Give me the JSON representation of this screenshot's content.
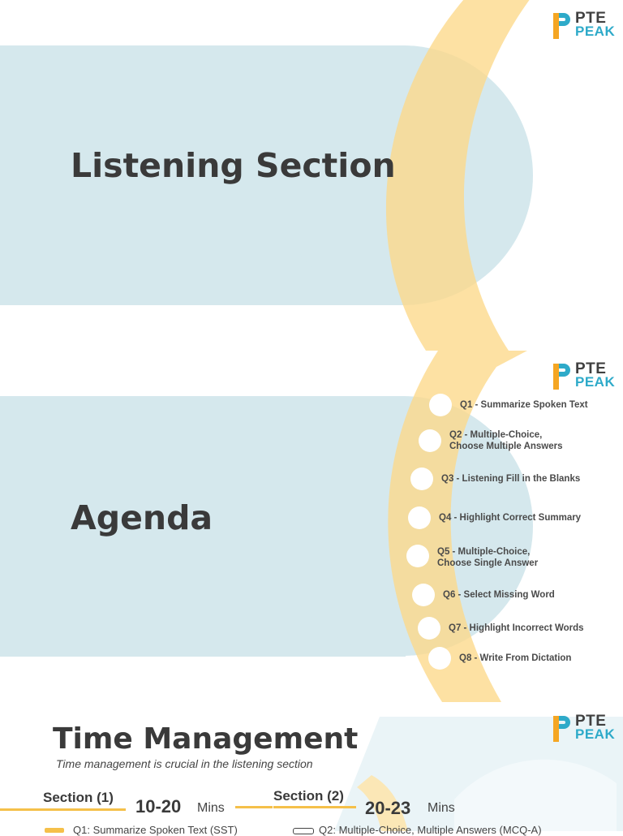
{
  "brand": {
    "logo_top": "PTE",
    "logo_bottom": "PEAK"
  },
  "colors": {
    "blue_band": "#d5e8ed",
    "yellow_ribbon": "#fde3a3",
    "brand_blue": "#2eaac9",
    "brand_orange": "#f5a623",
    "title": "#3a3a3a"
  },
  "slide1": {
    "title": "Listening Section"
  },
  "slide2": {
    "title": "Agenda",
    "items": [
      {
        "line1": "Q1 - Summarize Spoken Text",
        "line2": ""
      },
      {
        "line1": "Q2 - Multiple-Choice,",
        "line2": "Choose Multiple Answers"
      },
      {
        "line1": "Q3 - Listening Fill in the Blanks",
        "line2": ""
      },
      {
        "line1": "Q4 - Highlight Correct Summary",
        "line2": ""
      },
      {
        "line1": "Q5 - Multiple-Choice,",
        "line2": "Choose Single Answer"
      },
      {
        "line1": "Q6 - Select Missing Word",
        "line2": ""
      },
      {
        "line1": "Q7 - Highlight Incorrect Words",
        "line2": ""
      },
      {
        "line1": "Q8 - Write From Dictation",
        "line2": ""
      }
    ]
  },
  "slide3": {
    "title": "Time Management",
    "subtitle": "Time management is crucial in the listening section",
    "section1": {
      "label": "Section (1)",
      "time": "10-20",
      "unit": "Mins"
    },
    "section2": {
      "label": "Section (2)",
      "time": "20-23",
      "unit": "Mins"
    },
    "cut_left": "Q1: Summarize Spoken Text (SST)",
    "cut_right": "Q2: Multiple-Choice, Multiple Answers (MCQ-A)"
  }
}
